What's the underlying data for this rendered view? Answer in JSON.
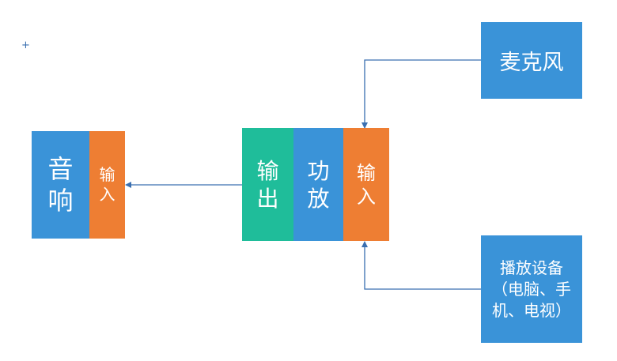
{
  "speaker": {
    "label": "音\n响",
    "input_label": "输\n入"
  },
  "amplifier": {
    "output_label": "输\n出",
    "name_label": "功\n放",
    "input_label": "输\n入"
  },
  "microphone": {
    "label": "麦克风"
  },
  "playback_device": {
    "label": "播放设备\n（电脑、手\n机、电视）"
  },
  "colors": {
    "blue": "#3a93d8",
    "orange": "#ee7e33",
    "teal": "#1fbd9a",
    "connector": "#3a6fb0"
  }
}
